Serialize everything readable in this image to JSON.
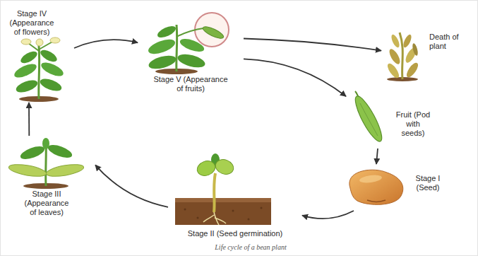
{
  "diagram": {
    "caption": "Life cycle of a bean plant",
    "nodes": [
      {
        "text": [
          "Stage IV (Appearance of flowers)"
        ]
      },
      {
        "text": [
          "Stage V (Appearance of fruits)"
        ]
      },
      {
        "text": [
          "Death of plant"
        ]
      },
      {
        "text": [
          "Fruit (Pod with seeds)"
        ]
      },
      {
        "text": [
          "Stage I (Seed)"
        ]
      },
      {
        "text": [
          "Stage II (Seed germination)"
        ]
      },
      {
        "text": [
          "Stage III (Appearance of leaves)"
        ]
      }
    ],
    "edges": [
      {
        "from": 0,
        "to": 1,
        "arrow": "to"
      },
      {
        "from": 1,
        "to": 2,
        "arrow": "to"
      },
      {
        "from": 1,
        "to": 3,
        "arrow": "to"
      },
      {
        "from": 3,
        "to": 4,
        "arrow": "to"
      },
      {
        "from": 4,
        "to": 5,
        "arrow": "to"
      },
      {
        "from": 5,
        "to": 6,
        "arrow": "to"
      },
      {
        "from": 6,
        "to": 0,
        "arrow": "to"
      }
    ]
  }
}
